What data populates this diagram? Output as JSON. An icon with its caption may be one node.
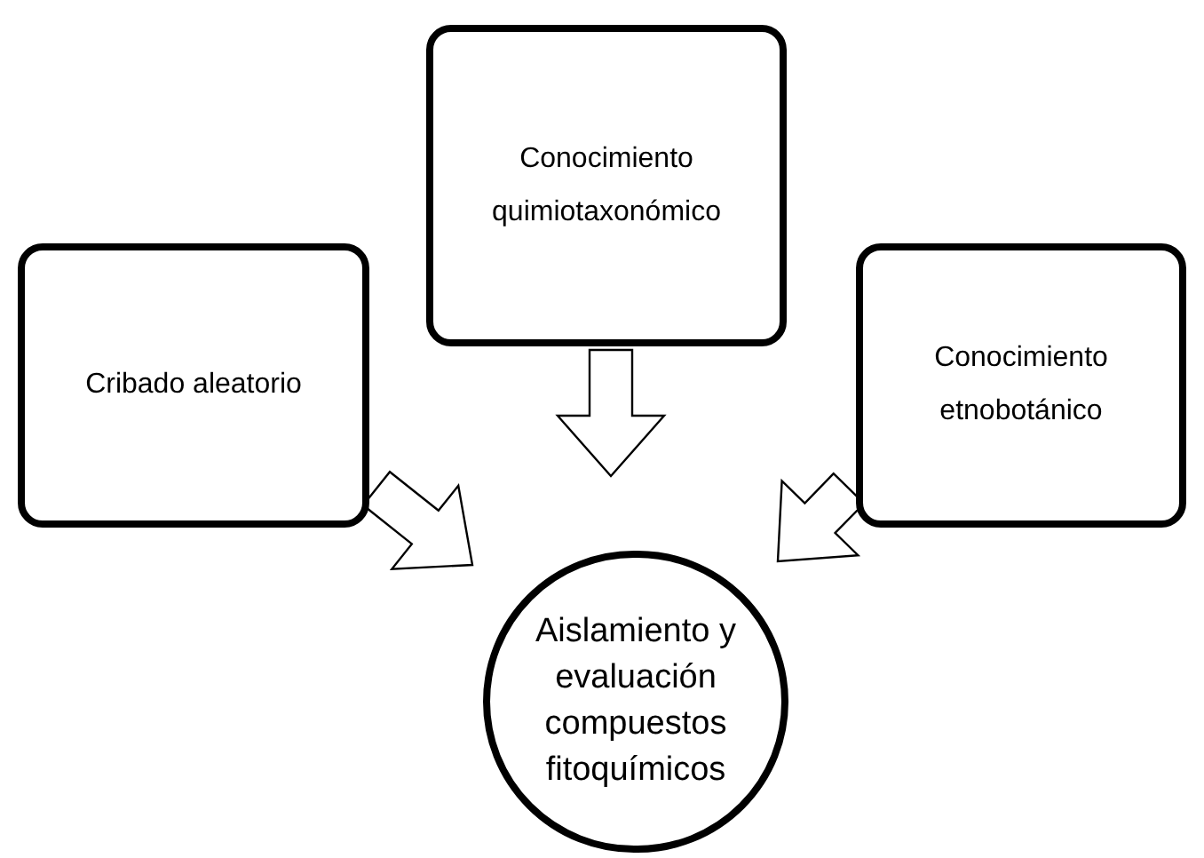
{
  "diagram": {
    "nodes": [
      {
        "text": [
          "Cribado aleatorio"
        ]
      },
      {
        "text": [
          "Conocimiento quimiotaxonómico"
        ]
      },
      {
        "text": [
          "Conocimiento etnobotánico"
        ]
      },
      {
        "text": [
          "Aislamiento y evaluación compuestos fitoquímicos"
        ]
      }
    ],
    "edges": [
      {
        "from": 0,
        "to": 3,
        "arrow": "to"
      },
      {
        "from": 1,
        "to": 3,
        "arrow": "to"
      },
      {
        "from": 2,
        "to": 3,
        "arrow": "to"
      }
    ]
  }
}
